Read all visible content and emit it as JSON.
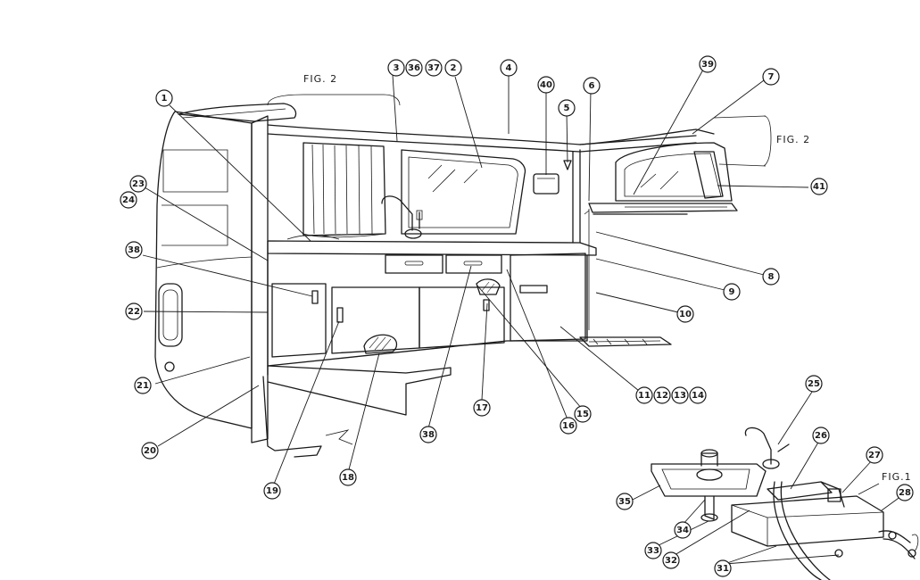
{
  "figure_labels": {
    "fig2_top": "FIG. 2",
    "fig2_right": "FIG. 2",
    "fig1": "FIG.1"
  },
  "callouts": [
    {
      "id": "c1",
      "label": "1"
    },
    {
      "id": "c23",
      "label": "23"
    },
    {
      "id": "c24",
      "label": "24"
    },
    {
      "id": "c38a",
      "label": "38"
    },
    {
      "id": "c22",
      "label": "22"
    },
    {
      "id": "c21",
      "label": "21"
    },
    {
      "id": "c20",
      "label": "20"
    },
    {
      "id": "c19",
      "label": "19"
    },
    {
      "id": "c18",
      "label": "18"
    },
    {
      "id": "c38b",
      "label": "38"
    },
    {
      "id": "c17",
      "label": "17"
    },
    {
      "id": "c16",
      "label": "16"
    },
    {
      "id": "c15",
      "label": "15"
    },
    {
      "id": "c11",
      "label": "11"
    },
    {
      "id": "c12",
      "label": "12"
    },
    {
      "id": "c13",
      "label": "13"
    },
    {
      "id": "c14",
      "label": "14"
    },
    {
      "id": "c10",
      "label": "10"
    },
    {
      "id": "c9",
      "label": "9"
    },
    {
      "id": "c8",
      "label": "8"
    },
    {
      "id": "c41",
      "label": "41"
    },
    {
      "id": "c7",
      "label": "7"
    },
    {
      "id": "c39",
      "label": "39"
    },
    {
      "id": "c6",
      "label": "6"
    },
    {
      "id": "c5",
      "label": "5"
    },
    {
      "id": "c40",
      "label": "40"
    },
    {
      "id": "c4",
      "label": "4"
    },
    {
      "id": "c2",
      "label": "2"
    },
    {
      "id": "c37",
      "label": "37"
    },
    {
      "id": "c36",
      "label": "36"
    },
    {
      "id": "c3",
      "label": "3"
    },
    {
      "id": "c25",
      "label": "25"
    },
    {
      "id": "c26",
      "label": "26"
    },
    {
      "id": "c27",
      "label": "27"
    },
    {
      "id": "c28",
      "label": "28"
    },
    {
      "id": "c35",
      "label": "35"
    },
    {
      "id": "c34",
      "label": "34"
    },
    {
      "id": "c33",
      "label": "33"
    },
    {
      "id": "c32",
      "label": "32"
    },
    {
      "id": "c31",
      "label": "31"
    }
  ]
}
